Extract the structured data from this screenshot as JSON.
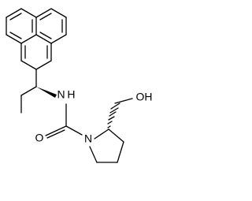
{
  "molecule": {
    "atom_labels": {
      "nh": "N H",
      "n_ring": "N",
      "oxygen_carbonyl": "O",
      "hydroxyl": "OH"
    },
    "colors": {
      "bond": "#000000",
      "background": "#ffffff"
    }
  }
}
